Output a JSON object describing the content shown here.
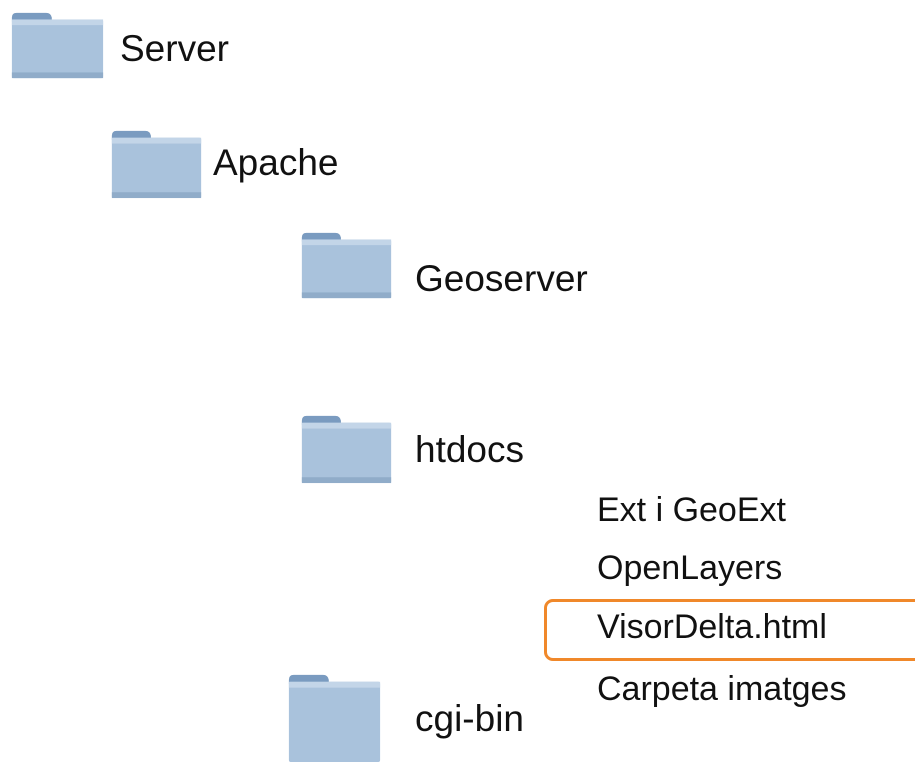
{
  "tree": {
    "server": {
      "label": "Server",
      "icon": "folder-icon"
    },
    "apache": {
      "label": "Apache",
      "icon": "folder-icon"
    },
    "geoserver": {
      "label": "Geoserver",
      "icon": "folder-icon"
    },
    "htdocs": {
      "label": "htdocs",
      "icon": "folder-icon",
      "items": [
        "Ext i GeoExt",
        "OpenLayers",
        "VisorDelta.html",
        "Carpeta imatges"
      ]
    },
    "cgi_bin": {
      "label": "cgi-bin",
      "icon": "folder-icon"
    }
  },
  "colors": {
    "folder_body": "#a9c2dc",
    "folder_tab": "#7f9fc2",
    "highlight": "#f0882a"
  }
}
